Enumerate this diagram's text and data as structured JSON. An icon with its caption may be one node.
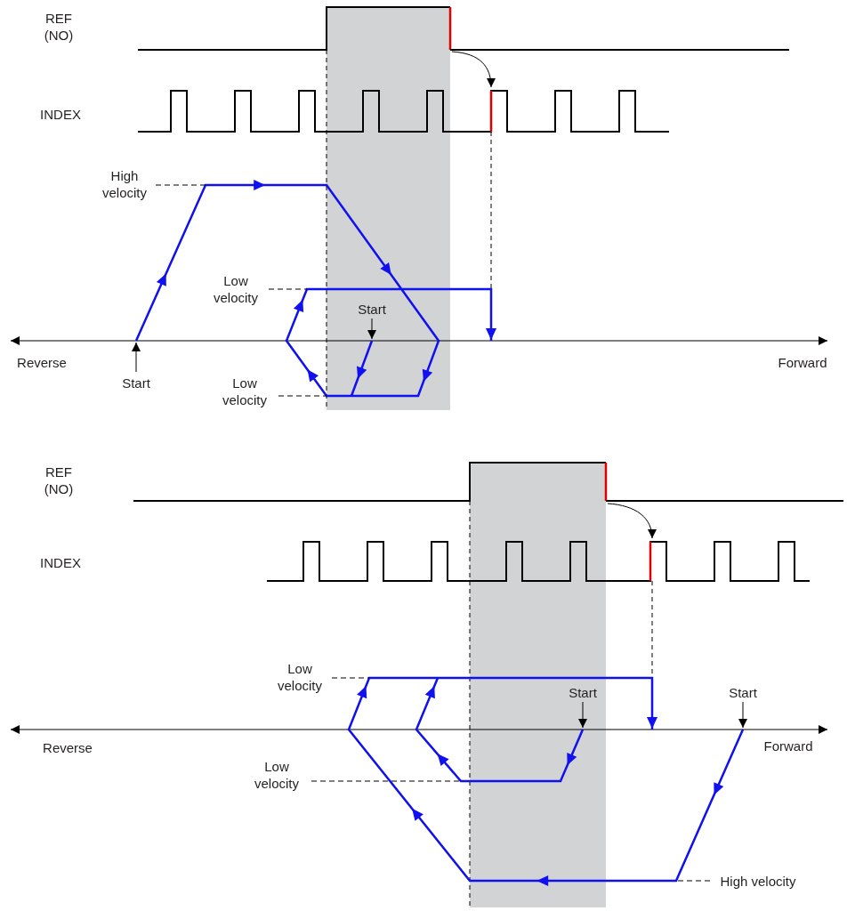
{
  "diagram": {
    "labels": [
      "REF (NO)",
      "INDEX",
      "High velocity",
      "Low velocity",
      "Start",
      "Reverse",
      "Start",
      "Low velocity",
      "Forward",
      "REF (NO)",
      "INDEX",
      "Low velocity",
      "Start",
      "Start",
      "Reverse",
      "Forward",
      "Low velocity",
      "High velocity"
    ]
  }
}
